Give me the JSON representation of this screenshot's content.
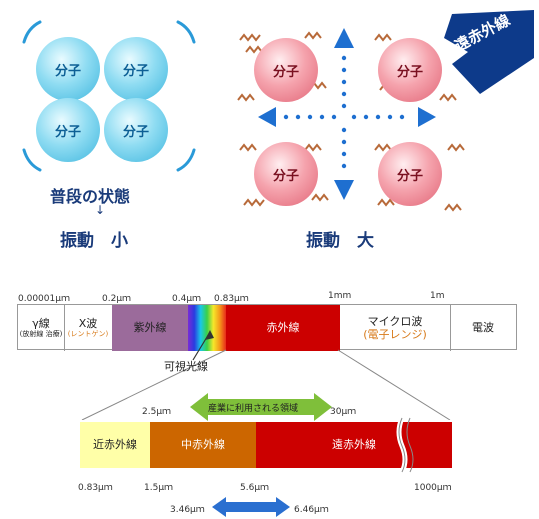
{
  "left": {
    "molecules": [
      "分子",
      "分子",
      "分子",
      "分子"
    ],
    "state": "普段の状態",
    "arrow": "↓",
    "result": "振動　小"
  },
  "right": {
    "molecules": [
      "分子",
      "分子",
      "分子",
      "分子"
    ],
    "result": "振動　大",
    "tag": "遠赤外線"
  },
  "spectrum": {
    "boundaries": [
      "0.00001μｍ",
      "0.2μｍ",
      "0.4μｍ",
      "0.83μｍ",
      "1mm",
      "1m"
    ],
    "bands": [
      {
        "label": "γ線",
        "sub": "(放射線 治療)"
      },
      {
        "label": "X波",
        "sub": "(レントゲン)"
      },
      {
        "label": "紫外線",
        "sub": ""
      },
      {
        "label": "",
        "sub": ""
      },
      {
        "label": "赤外線",
        "sub": ""
      },
      {
        "label": "マイクロ波",
        "sub": "(電子レンジ)"
      },
      {
        "label": "電波",
        "sub": ""
      }
    ],
    "visible_label": "可視光線"
  },
  "infrared": {
    "industry_label": "産業に利用される領域",
    "industry_from": "2.5μｍ",
    "industry_to": "30μｍ",
    "bands": [
      "近赤外線",
      "中赤外線",
      "遠赤外線"
    ],
    "boundaries": [
      "0.83μｍ",
      "1.5μｍ",
      "5.6μｍ",
      "1000μｍ"
    ],
    "range_from": "3.46μｍ",
    "range_to": "6.46μｍ"
  },
  "colors": {
    "uv": "#9b6b9b",
    "ir": "#cc0000",
    "near": "#ffffa8",
    "mid": "#cc6600",
    "far": "#cc0000",
    "arrow_green": "#7fbf3a",
    "arrow_blue": "#2a6fd0",
    "tag": "#0d3a8a"
  }
}
